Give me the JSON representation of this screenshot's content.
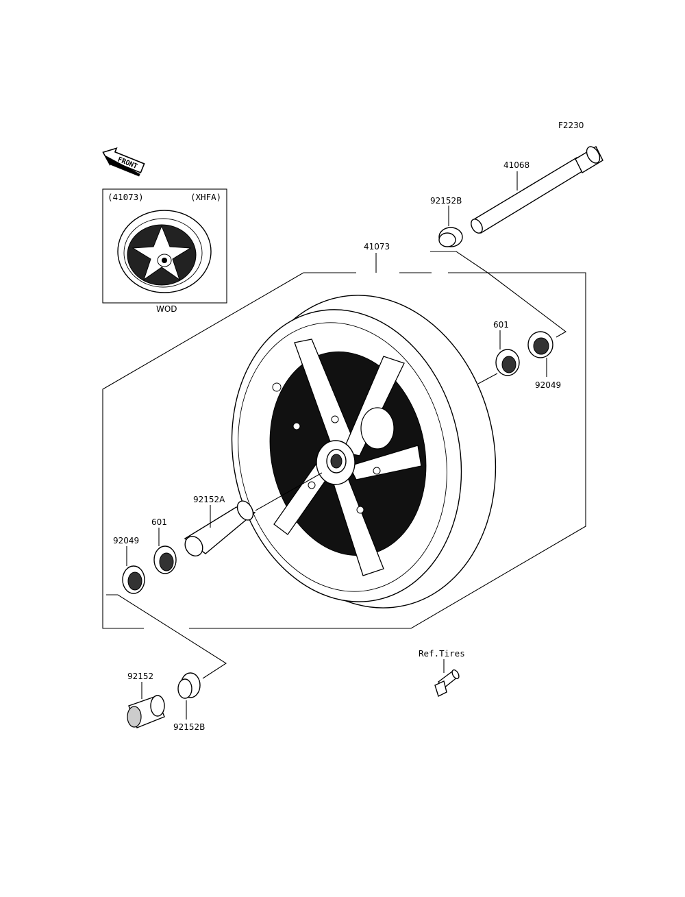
{
  "diagram_code": "F2230",
  "front_arrow_text": "FRONT",
  "inset": {
    "part_ref": "(41073)",
    "model_code": "(XHFA)",
    "color_code": "WOD"
  },
  "labels": {
    "wheel": "41073",
    "axle": "41068",
    "collar_top": "92152B",
    "bearing_right": "601",
    "seal_right": "92049",
    "hub_collar": "92152A",
    "bearing_left": "601",
    "seal_left": "92049",
    "collar_bottom_left": "92152",
    "collar_bottom_right": "92152B",
    "valve_ref": "Ref.Tires"
  }
}
